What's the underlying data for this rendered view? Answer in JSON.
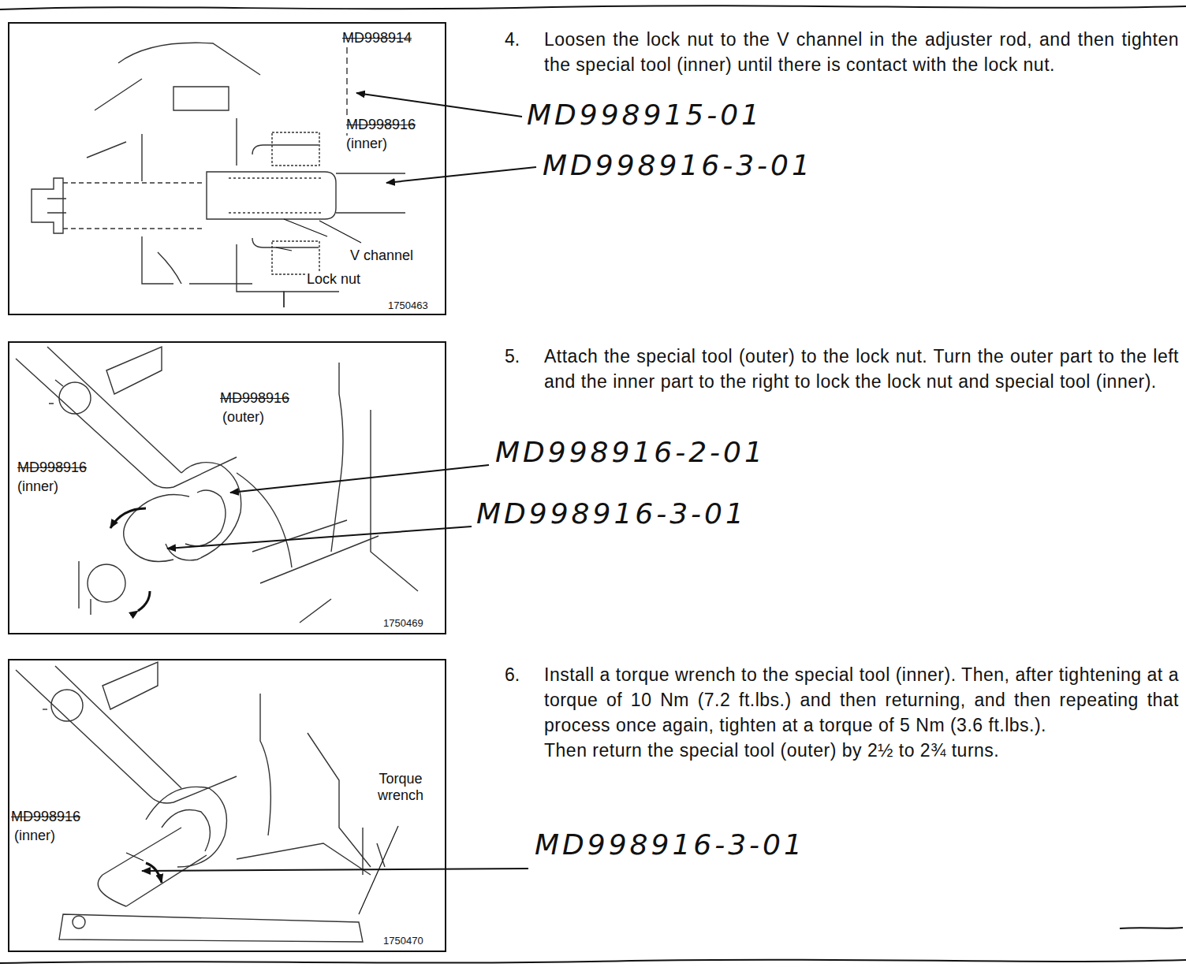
{
  "diagram": {
    "nodes": [
      {
        "text": [
          "MD998914",
          "MD998916",
          "(inner)",
          "V channel",
          "Lock nut",
          "1750463"
        ]
      },
      {
        "text": [
          "MD998916",
          "(outer)",
          "MD998916",
          "(inner)",
          "1750469"
        ]
      },
      {
        "text": [
          "Torque wrench",
          "MD998916",
          "(inner)",
          "1750470"
        ]
      }
    ],
    "labels": [
      "4.",
      "Loosen the lock nut to the V channel in the adjuster rod, and then tighten the special tool (inner) until there is contact with the lock nut.",
      "MD998915-01",
      "MD998916-3-01",
      "5.",
      "Attach the special tool (outer) to the lock nut. Turn the outer part to the left and the inner part to the right to lock the lock nut and special tool (inner).",
      "MD998916-2-01",
      "MD998916-3-01",
      "6.",
      "Install a torque wrench to the special tool (inner). Then, after tightening at a torque of 10 Nm (7.2 ft.lbs.) and then returning, and then repeating that process once again, tighten at a torque of 5 Nm (3.6 ft.lbs.).",
      "Then return the special tool (outer) by 2½ to 2¾ turns.",
      "MD998916-3-01"
    ]
  }
}
